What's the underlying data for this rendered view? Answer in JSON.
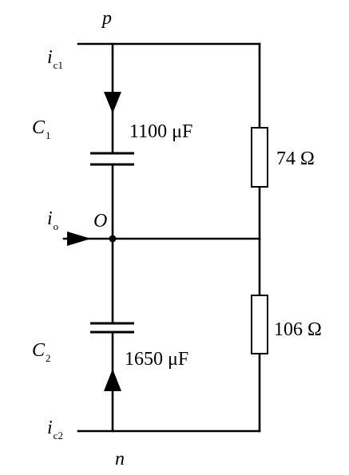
{
  "nodes": {
    "p": "p",
    "n": "n",
    "o": "O"
  },
  "currents": {
    "ic1": {
      "symbol": "i",
      "sub": "c1"
    },
    "io": {
      "symbol": "i",
      "sub": "o"
    },
    "ic2": {
      "symbol": "i",
      "sub": "c2"
    }
  },
  "capacitors": {
    "c1": {
      "symbol": "C",
      "sub": "1",
      "value": "1100 μF"
    },
    "c2": {
      "symbol": "C",
      "sub": "2",
      "value": "1650 μF"
    }
  },
  "resistors": {
    "r1": {
      "value": "74 Ω"
    },
    "r2": {
      "value": "106 Ω"
    }
  },
  "colors": {
    "line": "#000000",
    "background": "#ffffff"
  }
}
